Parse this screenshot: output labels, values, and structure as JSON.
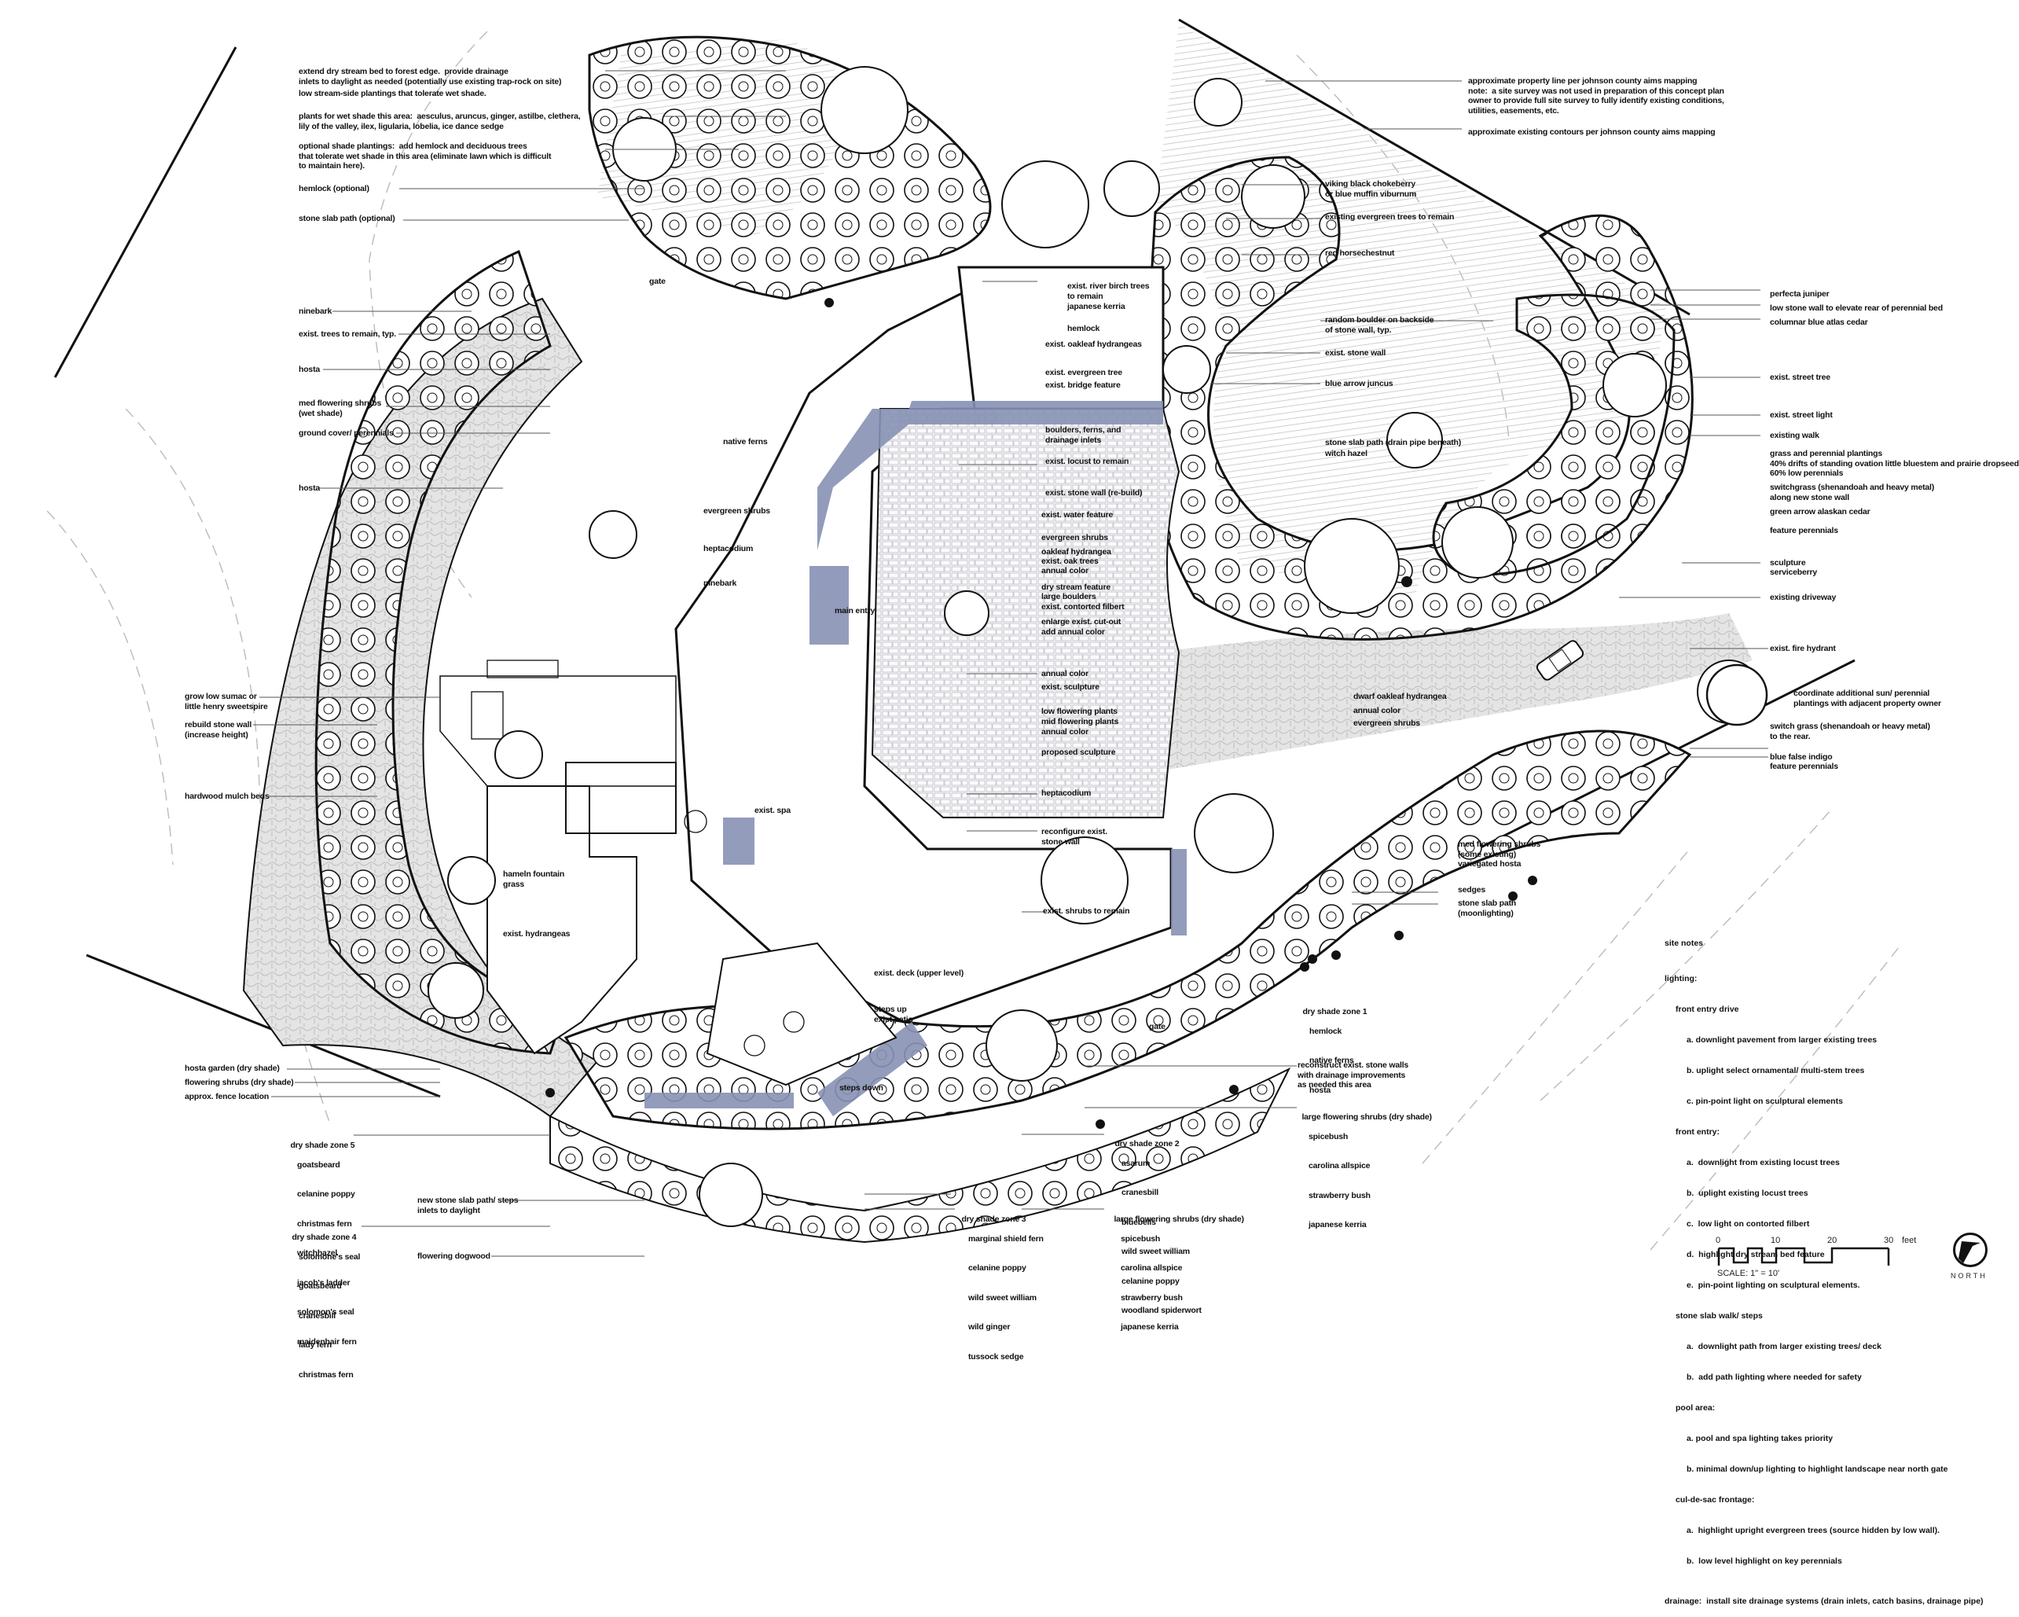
{
  "drawing": {
    "type": "landscape concept site plan",
    "colors": {
      "hardscape_accent": "#8791b4",
      "paving_grid": "#c9c9cf",
      "ink": "#111111",
      "lawn_hatch": "#d9d9d9",
      "boulder_fill": "#c6b6b6"
    }
  },
  "labels": {
    "top_left": [
      "extend dry stream bed to forest edge.  provide drainage\ninlets to daylight as needed (potentially use existing trap-rock on site)",
      "low stream-side plantings that tolerate wet shade.",
      "plants for wet shade this area:  aesculus, aruncus, ginger, astilbe, clethera,\nlily of the valley, ilex, ligularia, lobelia, ice dance sedge",
      "optional shade plantings:  add hemlock and deciduous trees\nthat tolerate wet shade in this area (eliminate lawn which is difficult\nto maintain here).",
      "hemlock (optional)",
      "stone slab path (optional)"
    ],
    "left": [
      "ninebark",
      "exist. trees to remain, typ.",
      "hosta",
      "med flowering shrubs\n(wet shade)",
      "ground cover/ perennials",
      "hosta",
      "grow low sumac or\nlittle henry sweetspire",
      "rebuild stone wall\n(increase height)",
      "hardwood mulch beds"
    ],
    "inner_left": [
      "native ferns",
      "evergreen shrubs",
      "heptacodium",
      "ninebark",
      "main entry",
      "exist. spa",
      "hameln fountain\ngrass",
      "exist. hydrangeas"
    ],
    "courtyard_top": [
      "exist. river birch trees\nto remain",
      "japanese kerria",
      "hemlock",
      "exist. oakleaf hydrangeas",
      "exist. evergreen tree",
      "exist. bridge feature"
    ],
    "courtyard": [
      "boulders, ferns, and\ndrainage inlets",
      "exist. locust to remain",
      "exist. stone wall (re-build)",
      "exist. water feature",
      "evergreen shrubs",
      "oakleaf hydrangea",
      "exist. oak trees",
      "annual color",
      "dry stream feature",
      "large boulders",
      "exist. contorted filbert",
      "enlarge exist. cut-out\nadd annual color",
      "annual color",
      "exist. sculpture",
      "low flowering plants",
      "mid flowering plants",
      "annual color",
      "proposed sculpture",
      "heptacodium",
      "reconfigure exist.\nstone wall",
      "exist. shrubs to remain"
    ],
    "deck": [
      "exist. deck (upper level)",
      "steps up\nexist patio",
      "steps down"
    ],
    "top_middle": [
      "viking black chokeberry\nor blue muffin viburnum",
      "existing evergreen trees to remain",
      "red horsechestnut",
      "random boulder on backside\nof stone wall, typ.",
      "exist. stone wall",
      "blue arrow juncus",
      "stone slab path (drain pipe beneath)",
      "witch hazel"
    ],
    "top_right": [
      "approximate property line per johnson county aims mapping\nnote:  a site survey was not used in preparation of this concept plan\nowner to provide full site survey to fully identify existing conditions,\nutilities, easements, etc.",
      "approximate existing contours per johnson county aims mapping"
    ],
    "right": [
      "perfecta juniper",
      "low stone wall to elevate rear of perennial bed",
      "columnar blue atlas cedar",
      "exist. street tree",
      "exist. street light",
      "existing walk",
      "grass and perennial plantings\n40% drifts of standing ovation little bluestem and prairie dropseed\n60% low perennials",
      "switchgrass (shenandoah and heavy metal)\nalong new stone wall",
      "green arrow alaskan cedar",
      "feature perennials",
      "sculpture",
      "serviceberry",
      "existing driveway",
      "exist. fire hydrant",
      "coordinate additional sun/ perennial\nplantings with adjacent property owner",
      "switch grass (shenandoah or heavy metal)\nto the rear.",
      "blue false indigo",
      "feature perennials"
    ],
    "south_east": [
      "dwarf oakleaf hydrangea",
      "annual color",
      "evergreen shrubs",
      "med flowering shrubs\n(some existing)\nvariegated hosta",
      "sedges",
      "stone slab path\n(moonlighting)",
      "gate",
      "gate"
    ],
    "zones": [
      {
        "title": "dry shade zone 1",
        "plants": [
          "hemlock",
          "native ferns",
          "hosta"
        ]
      },
      {
        "title": "dry shade zone 2",
        "plants": [
          "asarum",
          "cranesbill",
          "bluebells",
          "wild sweet william",
          "celanine poppy",
          "woodland spiderwort"
        ]
      },
      {
        "title": "dry shade zone 3",
        "plants": [
          "marginal shield fern",
          "celanine poppy",
          "wild sweet william",
          "wild ginger",
          "tussock sedge"
        ]
      },
      {
        "title": "dry shade zone 4",
        "plants": [
          "solomone's seal",
          "goatsbeard",
          "cranesbill",
          "lady fern",
          "christmas fern"
        ]
      },
      {
        "title": "dry shade zone 5",
        "plants": [
          "goatsbeard",
          "celanine poppy",
          "christmas fern",
          "witchhazel",
          "jacob's ladder",
          "solomon's seal",
          "maidenhair fern"
        ]
      }
    ],
    "shrub_groups": [
      {
        "title": "large flowering shrubs (dry shade)",
        "plants": [
          "spicebush",
          "carolina allspice",
          "strawberry bush",
          "japanese kerria"
        ]
      },
      {
        "title": "large flowering shrubs (dry shade)",
        "plants": [
          "spicebush",
          "carolina allspice",
          "strawberry bush",
          "japanese kerria"
        ]
      }
    ],
    "south": [
      "reconstruct exist. stone walls\nwith drainage improvements\nas needed this area",
      "hosta garden (dry shade)",
      "flowering shrubs (dry shade)",
      "approx. fence location",
      "new stone slab path/ steps\ninlets to daylight",
      "flowering dogwood"
    ]
  },
  "site_notes": {
    "title": "site notes",
    "lighting_title": "lighting:",
    "sections": [
      {
        "heading": "front entry drive",
        "items": [
          "a. downlight pavement from larger existing trees",
          "b. uplight select ornamental/ multi-stem trees",
          "c. pin-point light on sculptural elements"
        ]
      },
      {
        "heading": "front entry:",
        "items": [
          "a.  downlight from existing locust trees",
          "b.  uplight existing locust trees",
          "c.  low light on contorted filbert",
          "d.  highlight dry stream bed feature",
          "e.  pin-point lighting on sculptural elements."
        ]
      },
      {
        "heading": "stone slab walk/ steps",
        "items": [
          "a.  downlight path from larger existing trees/ deck",
          "b.  add path lighting where needed for safety"
        ]
      },
      {
        "heading": "pool area:",
        "items": [
          "a. pool and spa lighting takes priority",
          "b. minimal down/up lighting to highlight landscape near north gate"
        ]
      },
      {
        "heading": "cul-de-sac frontage:",
        "items": [
          "a.  highlight upright evergreen trees (source hidden by low wall).",
          "b.  low level highlight on key perennials"
        ]
      }
    ],
    "drainage": "drainage:  install site drainage systems (drain inlets, catch basins, drainage pipe)"
  },
  "scale_bar": {
    "ticks": [
      "0",
      "10",
      "20",
      "30"
    ],
    "unit": "feet",
    "scale_text": "SCALE: 1\" = 10'"
  },
  "north_arrow": {
    "label": "NORTH"
  }
}
